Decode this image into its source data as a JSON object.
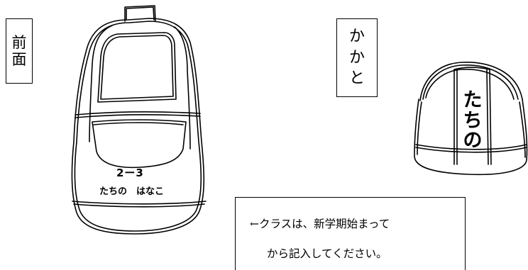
{
  "front_label": [
    "前",
    "面"
  ],
  "heel_label": [
    "か",
    "か",
    "と"
  ],
  "front_shoe": {
    "class_text": "2ー3",
    "name_text": "たちの　はなこ"
  },
  "heel_shoe": {
    "name_chars": [
      "た",
      "ち",
      "の"
    ]
  },
  "note": {
    "line1": "←クラスは、新学期始まって",
    "line2": "から記入してください。"
  }
}
